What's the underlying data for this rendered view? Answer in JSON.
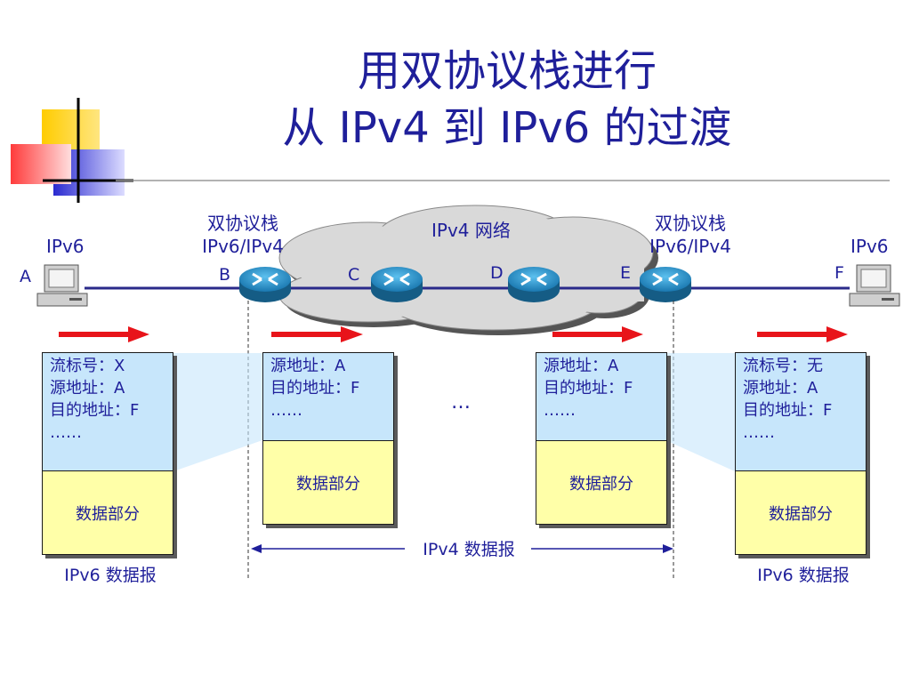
{
  "title": {
    "line1": "用双协议栈进行",
    "line2": "从 IPv4 到 IPv6 的过渡"
  },
  "hosts": {
    "left": {
      "type": "IPv6",
      "letter": "A"
    },
    "right": {
      "type": "IPv6",
      "letter": "F"
    }
  },
  "routers": {
    "b": {
      "letter": "B",
      "stack_line1": "双协议栈",
      "stack_line2": "IPv6/IPv4"
    },
    "c": {
      "letter": "C"
    },
    "d": {
      "letter": "D"
    },
    "e": {
      "letter": "E",
      "stack_line1": "双协议栈",
      "stack_line2": "IPv6/IPv4"
    }
  },
  "cloud_label": "IPv4 网络",
  "packets": [
    {
      "header": [
        "流标号：X",
        "源地址：A",
        "目的地址：F",
        "……"
      ],
      "data": "数据部分"
    },
    {
      "header": [
        "源地址：A",
        "目的地址：F",
        "……"
      ],
      "data": "数据部分"
    },
    {
      "header": [
        "源地址：A",
        "目的地址：F",
        "……"
      ],
      "data": "数据部分"
    },
    {
      "header": [
        "流标号：无",
        "源地址：A",
        "目的地址：F",
        "……"
      ],
      "data": "数据部分"
    }
  ],
  "ellipsis": "…",
  "labels": {
    "ipv6_left": "IPv6 数据报",
    "ipv6_right": "IPv6 数据报",
    "ipv4_span": "IPv4 数据报"
  },
  "colors": {
    "text": "#1f1f9a",
    "header_fill": "#c7e6fb",
    "data_fill": "#ffffa8",
    "arrow": "#e8141a",
    "router": "#2a8fc2",
    "cloud": "#d9d9d9"
  }
}
